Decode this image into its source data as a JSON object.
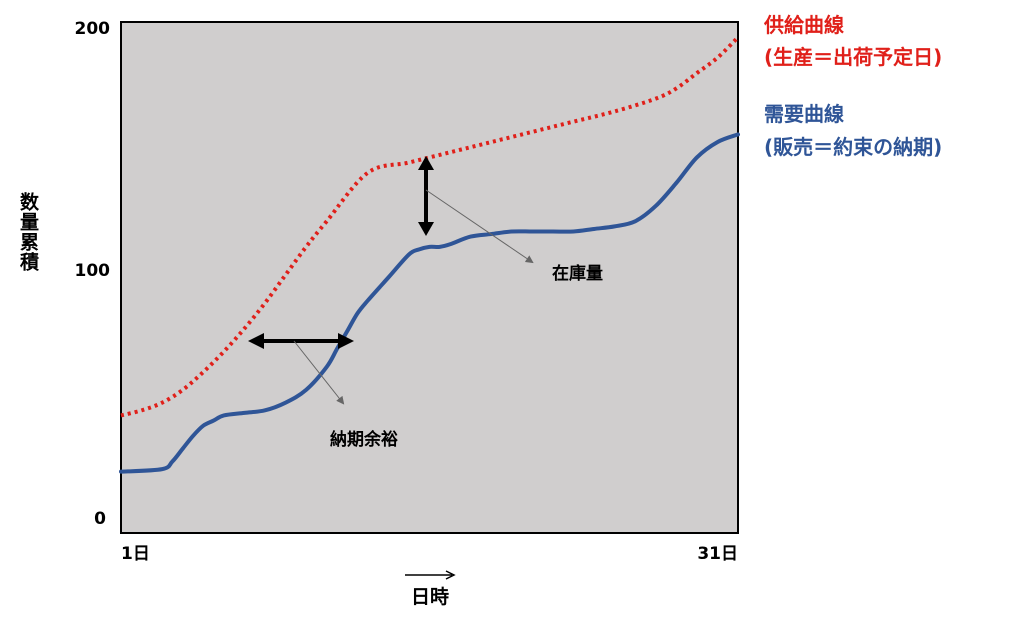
{
  "chart_data": {
    "type": "line",
    "xlabel": "日時",
    "ylabel": "数量累積",
    "x_ticks": [
      "1日",
      "31日"
    ],
    "xlim": [
      1,
      31
    ],
    "ylim": [
      0,
      200
    ],
    "y_ticks": [
      0,
      100,
      200
    ],
    "grid": false,
    "legend_position": "right",
    "series": [
      {
        "name": "供給曲線\n(生産＝出荷予定日)",
        "name_lines": [
          "供給曲線",
          "(生産＝出荷予定日)"
        ],
        "color": "#e0201a",
        "style": "dotted",
        "x": [
          1,
          2,
          3,
          4,
          5,
          6,
          7,
          8,
          9,
          10,
          11,
          13,
          15,
          17,
          19,
          21,
          23,
          25,
          27,
          28,
          29,
          30,
          31
        ],
        "y": [
          46,
          48,
          51,
          56,
          63,
          71,
          80,
          90,
          101,
          112,
          122,
          141,
          145,
          149,
          153,
          157,
          161,
          165,
          170,
          174,
          180,
          186,
          194
        ]
      },
      {
        "name": "需要曲線\n(販売＝約束の納期)",
        "name_lines": [
          "需要曲線",
          "(販売＝約束の納期)"
        ],
        "color": "#2f5597",
        "style": "solid",
        "x": [
          1,
          3,
          3.5,
          4,
          4.5,
          5,
          5.5,
          6,
          7,
          8,
          9,
          10,
          11,
          11.5,
          12,
          12.5,
          13,
          14,
          15,
          15.5,
          16,
          16.5,
          17,
          18,
          19,
          20,
          21,
          22,
          23,
          24,
          25,
          26,
          27,
          28,
          29,
          30,
          31
        ],
        "y": [
          24,
          25,
          28,
          33,
          38,
          42,
          44,
          46,
          47,
          48,
          51,
          56,
          65,
          72,
          79,
          86,
          91,
          100,
          109,
          111,
          112,
          112,
          113,
          116,
          117,
          118,
          118,
          118,
          118,
          119,
          120,
          122,
          128,
          137,
          147,
          153,
          156
        ]
      }
    ],
    "annotations": [
      {
        "text": "在庫量",
        "desc": "vertical double arrow at day 16 between curves"
      },
      {
        "text": "納期余裕",
        "desc": "horizontal double arrow between curves near y=72"
      }
    ]
  }
}
